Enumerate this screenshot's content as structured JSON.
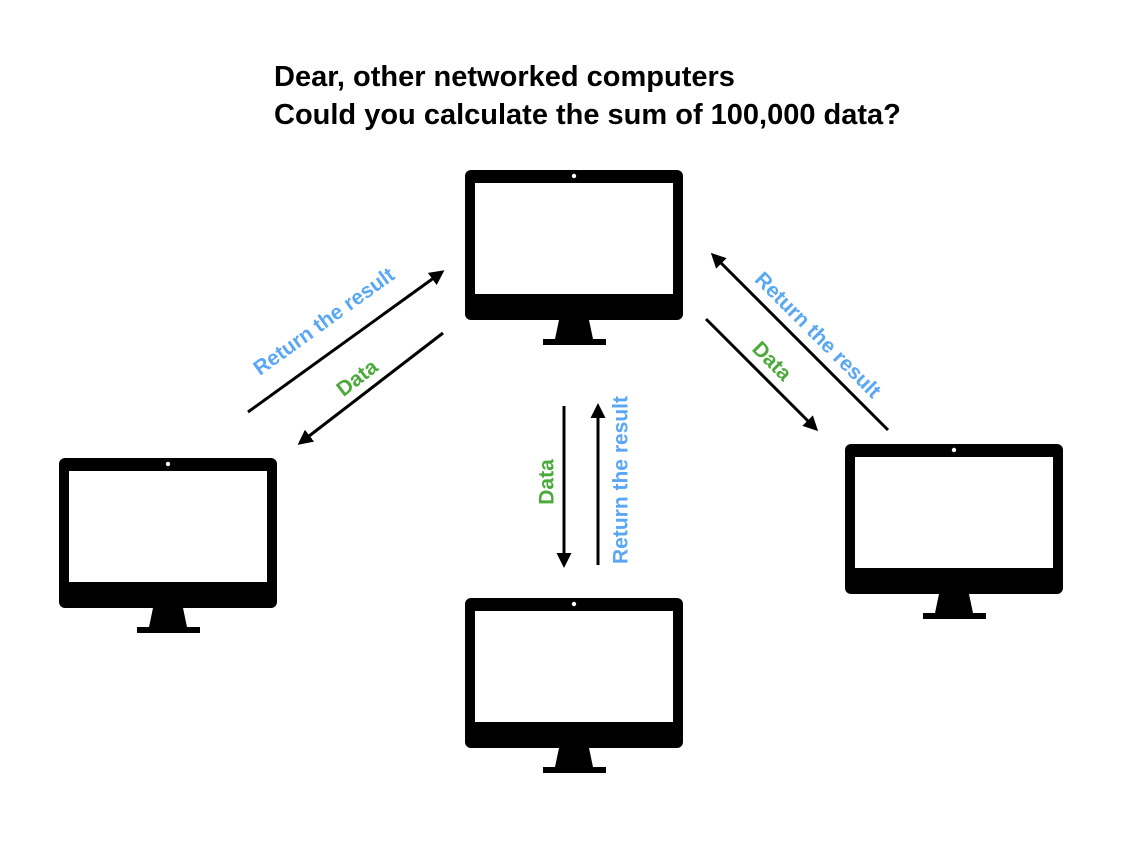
{
  "header": {
    "line1": "Dear, other networked computers",
    "line2": "Could you calculate the sum of 100,000 data?"
  },
  "labels": {
    "data": "Data",
    "return": "Return the result"
  },
  "colors": {
    "data_label": "#4caa3c",
    "return_label": "#5aa7f5",
    "arrow": "#000000",
    "monitor": "#000000",
    "screen": "#ffffff"
  },
  "nodes": [
    {
      "role": "requesting-computer",
      "icon": "monitor-icon"
    },
    {
      "role": "worker-left",
      "icon": "monitor-icon"
    },
    {
      "role": "worker-bottom",
      "icon": "monitor-icon"
    },
    {
      "role": "worker-right",
      "icon": "monitor-icon"
    }
  ]
}
